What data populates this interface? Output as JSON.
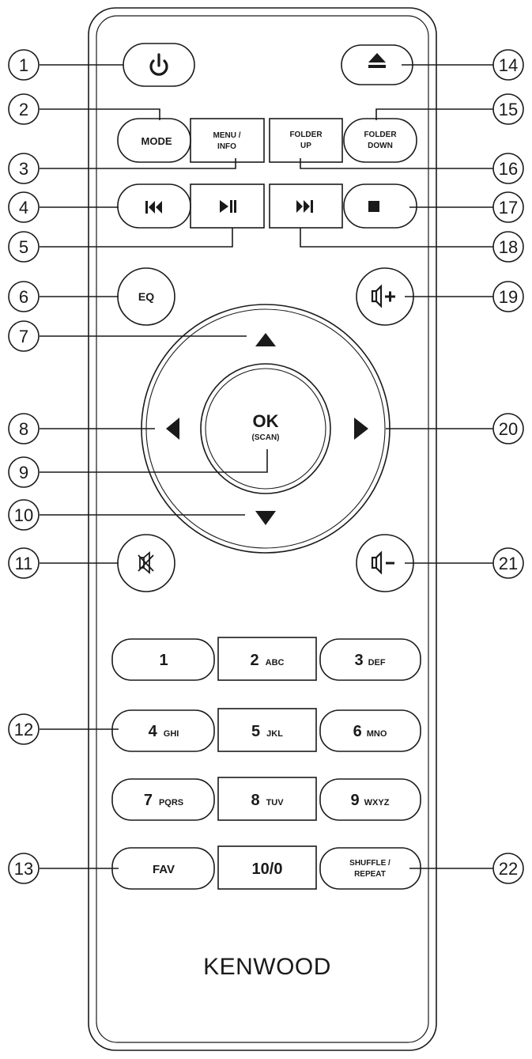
{
  "brand": "KENWOOD",
  "colors": {
    "line": "#1a1a1a",
    "background": "#ffffff"
  },
  "callouts": [
    "1",
    "2",
    "3",
    "4",
    "5",
    "6",
    "7",
    "8",
    "9",
    "10",
    "11",
    "12",
    "13",
    "14",
    "15",
    "16",
    "17",
    "18",
    "19",
    "20",
    "21",
    "22"
  ],
  "buttons": {
    "power": {
      "icon": "power-icon"
    },
    "eject": {
      "icon": "eject-icon"
    },
    "mode": {
      "label": "MODE"
    },
    "menu_info": {
      "line1": "MENU /",
      "line2": "INFO"
    },
    "folder_up": {
      "line1": "FOLDER",
      "line2": "UP"
    },
    "folder_down": {
      "line1": "FOLDER",
      "line2": "DOWN"
    },
    "prev": {
      "icon": "skip-previous-icon"
    },
    "play_pause": {
      "icon": "play-pause-icon"
    },
    "next": {
      "icon": "skip-next-icon"
    },
    "stop": {
      "icon": "stop-icon"
    },
    "eq": {
      "label": "EQ"
    },
    "vol_up": {
      "icon": "volume-up-icon"
    },
    "vol_down": {
      "icon": "volume-down-icon"
    },
    "mute": {
      "icon": "mute-icon"
    },
    "ok": {
      "line1": "OK",
      "line2": "(SCAN)"
    },
    "nav": {
      "up": "arrow-up-icon",
      "down": "arrow-down-icon",
      "left": "arrow-left-icon",
      "right": "arrow-right-icon"
    },
    "keypad": [
      {
        "digit": "1",
        "letters": ""
      },
      {
        "digit": "2",
        "letters": "ABC"
      },
      {
        "digit": "3",
        "letters": "DEF"
      },
      {
        "digit": "4",
        "letters": "GHI"
      },
      {
        "digit": "5",
        "letters": "JKL"
      },
      {
        "digit": "6",
        "letters": "MNO"
      },
      {
        "digit": "7",
        "letters": "PQRS"
      },
      {
        "digit": "8",
        "letters": "TUV"
      },
      {
        "digit": "9",
        "letters": "WXYZ"
      }
    ],
    "fav": {
      "label": "FAV"
    },
    "ten_zero": {
      "label": "10/0"
    },
    "shuffle_repeat": {
      "line1": "SHUFFLE /",
      "line2": "REPEAT"
    }
  }
}
